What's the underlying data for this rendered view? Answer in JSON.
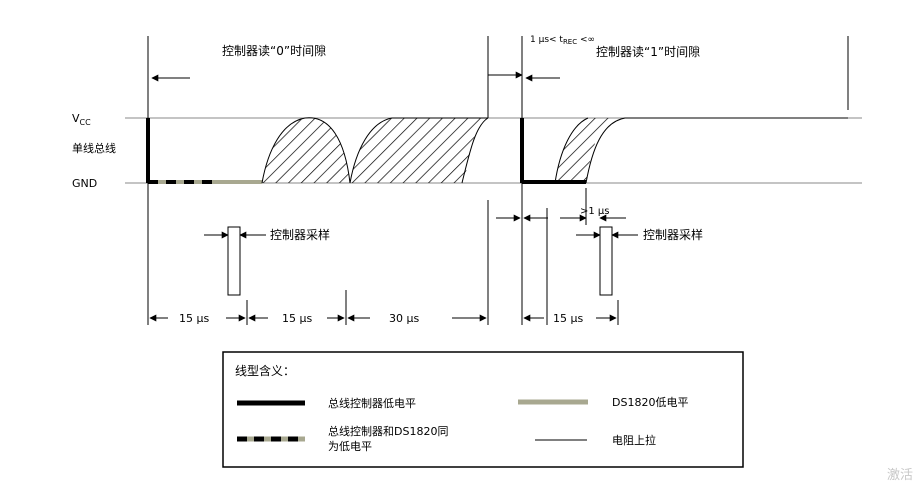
{
  "diagram": {
    "labels": {
      "vcc": "V",
      "vcc_sub": "CC",
      "bus": "单线总线",
      "gnd": "GND",
      "slot0_title": "控制器读“0”时间隙",
      "slot1_title": "控制器读“1”时间隙",
      "trec_prefix": "1 µs< t",
      "trec_sub": "REC",
      "trec_suffix": " <∞",
      "sample0": "控制器采样",
      "sample1": "控制器采样",
      "gt1us": ">1 µs",
      "t15a": "15 µs",
      "t15b": "15 µs",
      "t30": "30 µs",
      "t15c": "15 µs"
    },
    "legend": {
      "title": "线型含义：",
      "items": [
        {
          "label": "总线控制器低电平",
          "style": "thick-black"
        },
        {
          "label": "DS1820低电平",
          "style": "thick-gray"
        },
        {
          "label": "总线控制器和DS1820同",
          "label2": "为低电平",
          "style": "dashed"
        },
        {
          "label": "电阻上拉",
          "style": "thin"
        }
      ]
    },
    "colors": {
      "master_low": "#000000",
      "slave_low": "#a8a890",
      "rail": "#888888",
      "pullup": "#000000"
    },
    "watermark": "激活"
  }
}
